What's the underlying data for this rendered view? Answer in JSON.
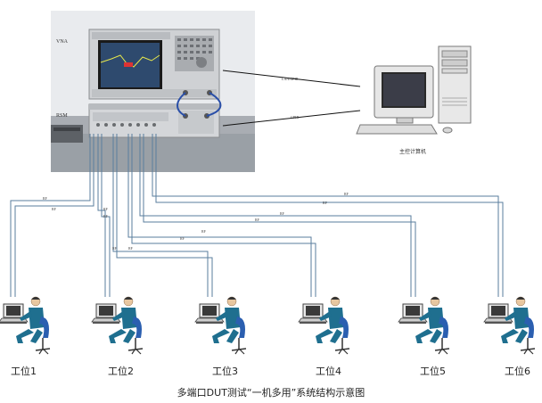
{
  "labels": {
    "vna": "VNA",
    "rsm": "RSM",
    "lan_gpib": "LAN/GPIB",
    "gpib": "GPIB",
    "host_pc": "主控计算机",
    "rf": "RF"
  },
  "stations": [
    {
      "label": "工位1"
    },
    {
      "label": "工位2"
    },
    {
      "label": "工位3"
    },
    {
      "label": "工位4"
    },
    {
      "label": "工位5"
    },
    {
      "label": "工位6"
    }
  ],
  "caption": "多端口DUT测试“一机多用”系统结构示意图",
  "colors": {
    "cable": "#5a7e9e",
    "instrument_body": "#c9c9c9",
    "screen": "#3a3a3a",
    "worker": "#1f6f8f",
    "chair": "#2b5fb0",
    "photo_bg": "#a8acb2"
  }
}
